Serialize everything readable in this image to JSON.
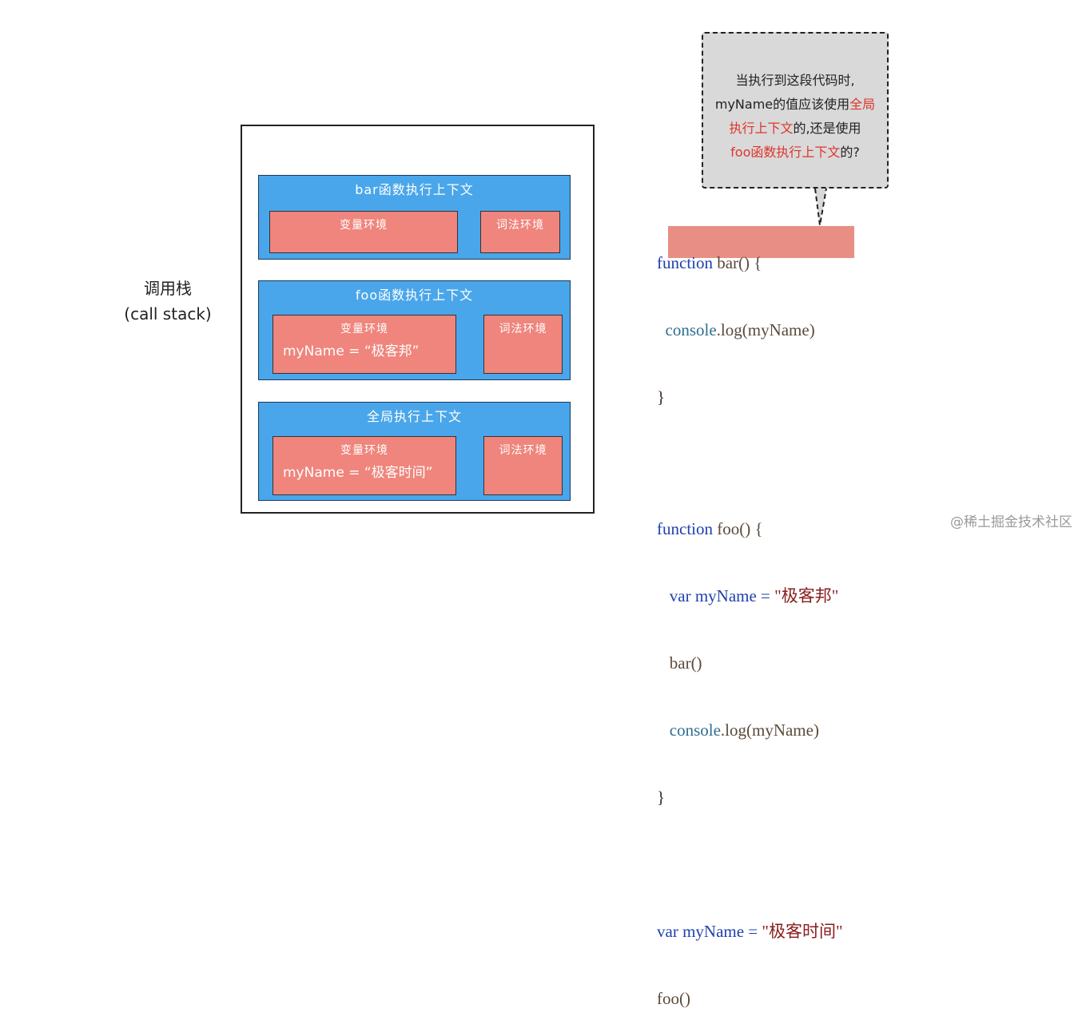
{
  "stack_label": {
    "line1": "调用栈",
    "line2": "(call stack)"
  },
  "contexts": [
    {
      "title": "bar函数执行上下文",
      "variable_env": {
        "label": "变量环境",
        "var": ""
      },
      "lexical_env": {
        "label": "词法环境"
      }
    },
    {
      "title": "foo函数执行上下文",
      "variable_env": {
        "label": "变量环境",
        "var": "myName = “极客邦”"
      },
      "lexical_env": {
        "label": "词法环境"
      }
    },
    {
      "title": "全局执行上下文",
      "variable_env": {
        "label": "变量环境",
        "var": "myName = “极客时间”"
      },
      "lexical_env": {
        "label": "词法环境"
      }
    }
  ],
  "bubble": {
    "l1": "当执行到这段代码时,",
    "l2a": "myName的值应该使用",
    "l2b": "全局",
    "l3a": "执行上下文",
    "l3b": "的,还是使用",
    "l4a": "foo函数执行上下文",
    "l4b": "的?"
  },
  "code": {
    "bar_kw": "function",
    "bar_sig": " bar() {",
    "bar_obj": "console",
    "bar_call": ".log(myName)",
    "close": "}",
    "foo_kw": "function",
    "foo_sig": " foo() {",
    "foo_var_kw": "var",
    "foo_var": " myName = ",
    "foo_var_val": "\"极客邦\"",
    "foo_bar_call": "bar()",
    "foo_obj": "console",
    "foo_log": ".log(myName)",
    "g_var_kw": "var",
    "g_var": " myName = ",
    "g_var_val": "\"极客时间\"",
    "g_call": "foo()"
  },
  "watermark": "@稀土掘金技术社区"
}
